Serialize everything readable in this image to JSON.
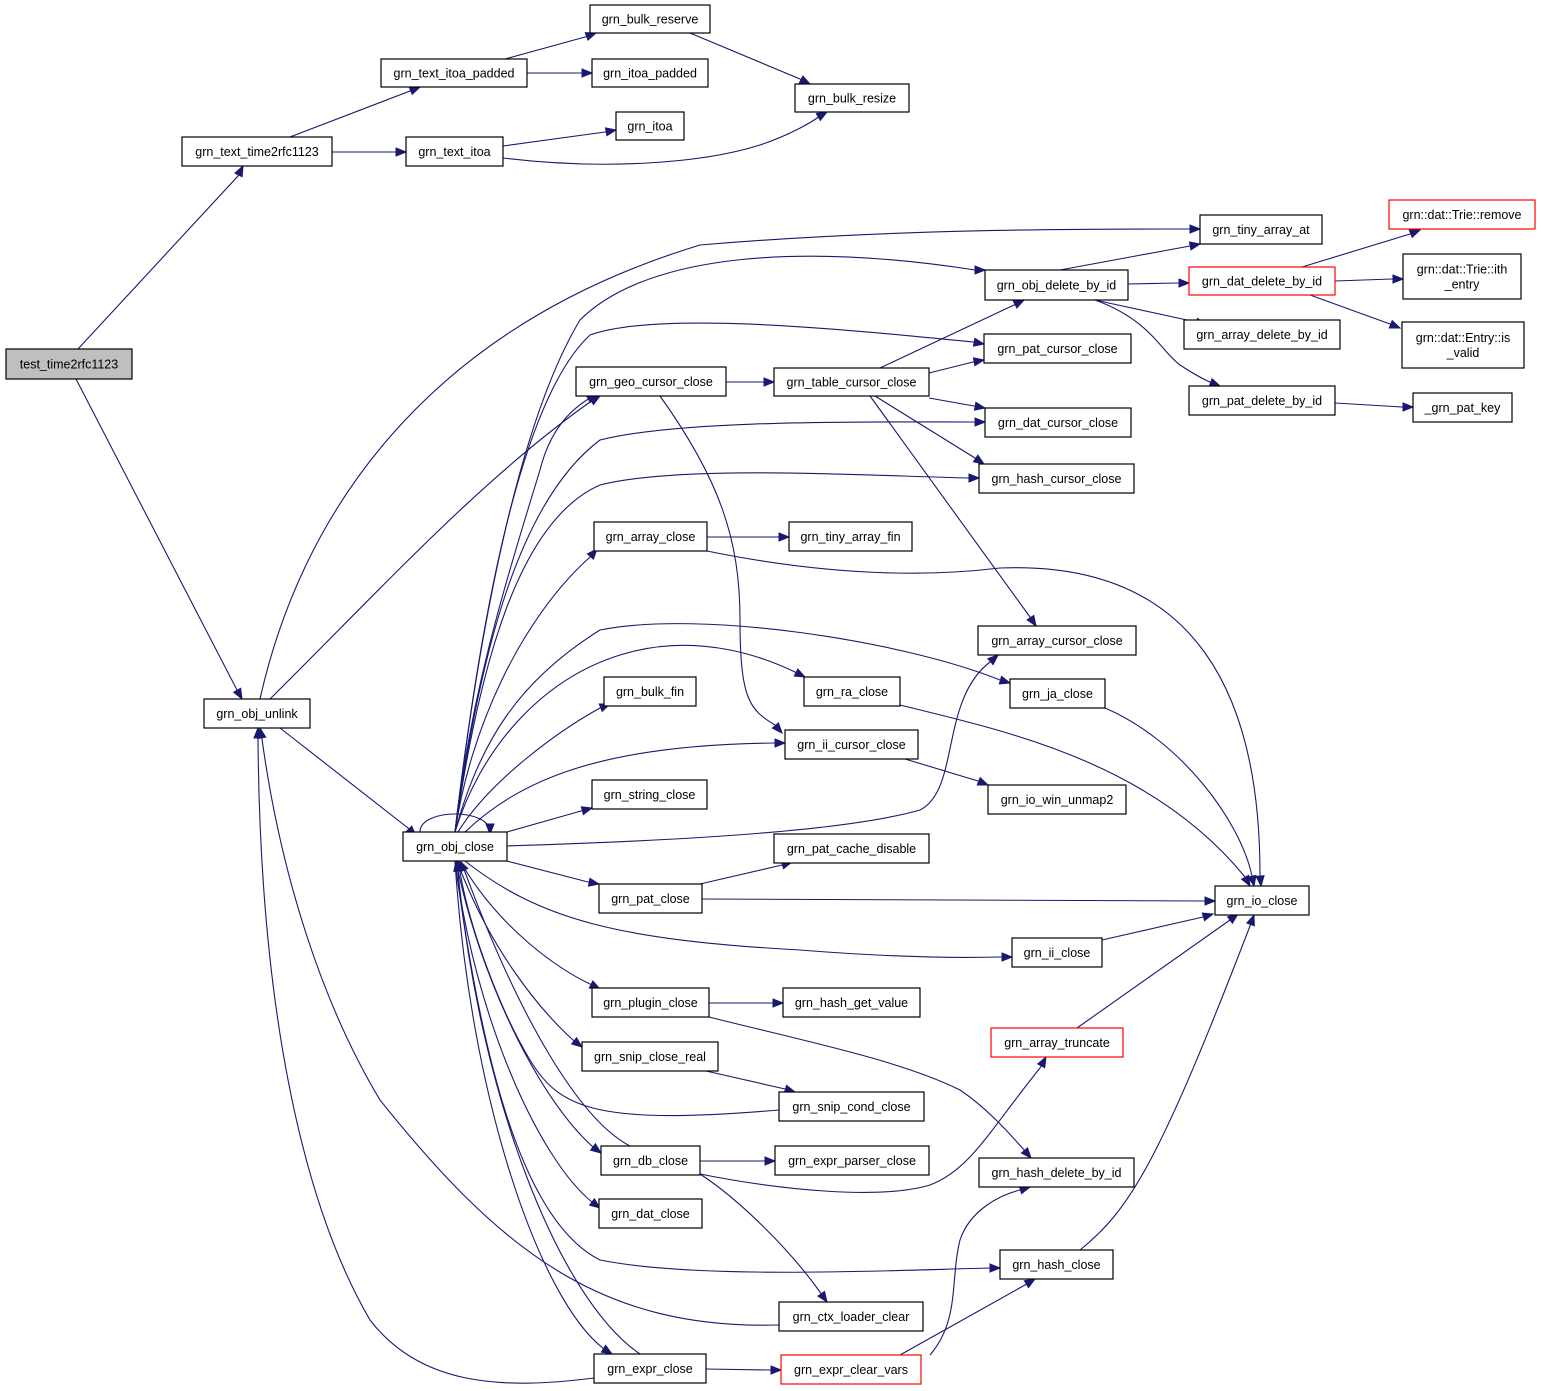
{
  "diagram": {
    "title": "",
    "colors": {
      "edge": "#191970",
      "root_fill": "#bfbfbf",
      "red_border": "#ff0000",
      "border": "#000000"
    },
    "nodes": [
      {
        "id": "test_time2rfc1123",
        "lines": [
          "test_time2rfc1123"
        ],
        "style": "root"
      },
      {
        "id": "grn_text_time2rfc1123",
        "lines": [
          "grn_text_time2rfc1123"
        ]
      },
      {
        "id": "grn_text_itoa_padded",
        "lines": [
          "grn_text_itoa_padded"
        ]
      },
      {
        "id": "grn_bulk_reserve",
        "lines": [
          "grn_bulk_reserve"
        ]
      },
      {
        "id": "grn_itoa_padded",
        "lines": [
          "grn_itoa_padded"
        ]
      },
      {
        "id": "grn_bulk_resize",
        "lines": [
          "grn_bulk_resize"
        ]
      },
      {
        "id": "grn_itoa",
        "lines": [
          "grn_itoa"
        ]
      },
      {
        "id": "grn_text_itoa",
        "lines": [
          "grn_text_itoa"
        ]
      },
      {
        "id": "grn_obj_unlink",
        "lines": [
          "grn_obj_unlink"
        ]
      },
      {
        "id": "grn_tiny_array_at",
        "lines": [
          "grn_tiny_array_at"
        ]
      },
      {
        "id": "grn_obj_delete_by_id",
        "lines": [
          "grn_obj_delete_by_id"
        ]
      },
      {
        "id": "grn_dat_delete_by_id",
        "lines": [
          "grn_dat_delete_by_id"
        ],
        "style": "red"
      },
      {
        "id": "trie_remove",
        "lines": [
          "grn::dat::Trie::remove"
        ],
        "style": "red"
      },
      {
        "id": "trie_ith_entry",
        "lines": [
          "grn::dat::Trie::ith",
          "_entry"
        ]
      },
      {
        "id": "entry_is_valid",
        "lines": [
          "grn::dat::Entry::is",
          "_valid"
        ]
      },
      {
        "id": "grn_array_delete_by_id",
        "lines": [
          "grn_array_delete_by_id"
        ]
      },
      {
        "id": "grn_pat_delete_by_id",
        "lines": [
          "grn_pat_delete_by_id"
        ]
      },
      {
        "id": "_grn_pat_key",
        "lines": [
          "_grn_pat_key"
        ]
      },
      {
        "id": "grn_pat_cursor_close",
        "lines": [
          "grn_pat_cursor_close"
        ]
      },
      {
        "id": "grn_geo_cursor_close",
        "lines": [
          "grn_geo_cursor_close"
        ]
      },
      {
        "id": "grn_table_cursor_close",
        "lines": [
          "grn_table_cursor_close"
        ]
      },
      {
        "id": "grn_dat_cursor_close",
        "lines": [
          "grn_dat_cursor_close"
        ]
      },
      {
        "id": "grn_hash_cursor_close",
        "lines": [
          "grn_hash_cursor_close"
        ]
      },
      {
        "id": "grn_array_close",
        "lines": [
          "grn_array_close"
        ]
      },
      {
        "id": "grn_tiny_array_fin",
        "lines": [
          "grn_tiny_array_fin"
        ]
      },
      {
        "id": "grn_array_cursor_close",
        "lines": [
          "grn_array_cursor_close"
        ]
      },
      {
        "id": "grn_bulk_fin",
        "lines": [
          "grn_bulk_fin"
        ]
      },
      {
        "id": "grn_ra_close",
        "lines": [
          "grn_ra_close"
        ]
      },
      {
        "id": "grn_ja_close",
        "lines": [
          "grn_ja_close"
        ]
      },
      {
        "id": "grn_ii_cursor_close",
        "lines": [
          "grn_ii_cursor_close"
        ]
      },
      {
        "id": "grn_io_win_unmap2",
        "lines": [
          "grn_io_win_unmap2"
        ]
      },
      {
        "id": "grn_string_close",
        "lines": [
          "grn_string_close"
        ]
      },
      {
        "id": "grn_obj_close",
        "lines": [
          "grn_obj_close"
        ]
      },
      {
        "id": "grn_pat_cache_disable",
        "lines": [
          "grn_pat_cache_disable"
        ]
      },
      {
        "id": "grn_pat_close",
        "lines": [
          "grn_pat_close"
        ]
      },
      {
        "id": "grn_io_close",
        "lines": [
          "grn_io_close"
        ]
      },
      {
        "id": "grn_ii_close",
        "lines": [
          "grn_ii_close"
        ]
      },
      {
        "id": "grn_plugin_close",
        "lines": [
          "grn_plugin_close"
        ]
      },
      {
        "id": "grn_hash_get_value",
        "lines": [
          "grn_hash_get_value"
        ]
      },
      {
        "id": "grn_array_truncate",
        "lines": [
          "grn_array_truncate"
        ],
        "style": "red"
      },
      {
        "id": "grn_snip_close_real",
        "lines": [
          "grn_snip_close_real"
        ]
      },
      {
        "id": "grn_snip_cond_close",
        "lines": [
          "grn_snip_cond_close"
        ]
      },
      {
        "id": "grn_db_close",
        "lines": [
          "grn_db_close"
        ]
      },
      {
        "id": "grn_expr_parser_close",
        "lines": [
          "grn_expr_parser_close"
        ]
      },
      {
        "id": "grn_hash_delete_by_id",
        "lines": [
          "grn_hash_delete_by_id"
        ]
      },
      {
        "id": "grn_dat_close",
        "lines": [
          "grn_dat_close"
        ]
      },
      {
        "id": "grn_hash_close",
        "lines": [
          "grn_hash_close"
        ]
      },
      {
        "id": "grn_ctx_loader_clear",
        "lines": [
          "grn_ctx_loader_clear"
        ]
      },
      {
        "id": "grn_expr_close",
        "lines": [
          "grn_expr_close"
        ]
      },
      {
        "id": "grn_expr_clear_vars",
        "lines": [
          "grn_expr_clear_vars"
        ],
        "style": "red"
      }
    ]
  }
}
